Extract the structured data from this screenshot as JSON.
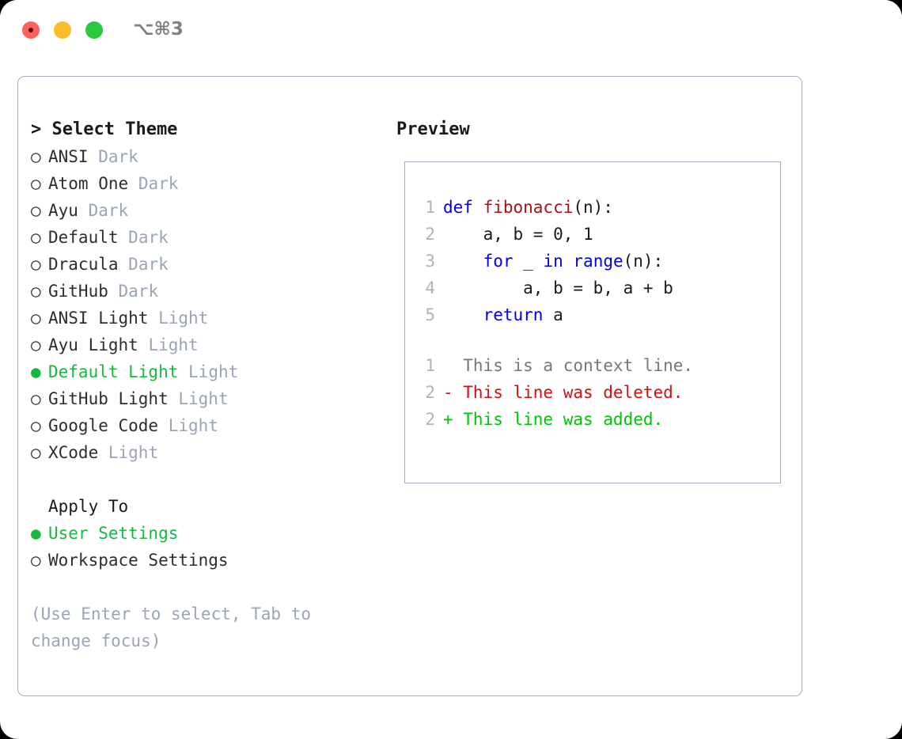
{
  "window": {
    "title": "⌥⌘3",
    "traffic_lights": [
      "close",
      "minimize",
      "maximize"
    ]
  },
  "theme_panel": {
    "header": "> Select Theme",
    "options": [
      {
        "bullet": "○",
        "label": "ANSI",
        "badge": "Dark",
        "selected": false
      },
      {
        "bullet": "○",
        "label": "Atom One",
        "badge": "Dark",
        "selected": false
      },
      {
        "bullet": "○",
        "label": "Ayu",
        "badge": "Dark",
        "selected": false
      },
      {
        "bullet": "○",
        "label": "Default",
        "badge": "Dark",
        "selected": false
      },
      {
        "bullet": "○",
        "label": "Dracula",
        "badge": "Dark",
        "selected": false
      },
      {
        "bullet": "○",
        "label": "GitHub",
        "badge": "Dark",
        "selected": false
      },
      {
        "bullet": "○",
        "label": "ANSI Light",
        "badge": "Light",
        "selected": false
      },
      {
        "bullet": "○",
        "label": "Ayu Light",
        "badge": "Light",
        "selected": false
      },
      {
        "bullet": "●",
        "label": "Default Light",
        "badge": "Light",
        "selected": true
      },
      {
        "bullet": "○",
        "label": "GitHub Light",
        "badge": "Light",
        "selected": false
      },
      {
        "bullet": "○",
        "label": "Google Code",
        "badge": "Light",
        "selected": false
      },
      {
        "bullet": "○",
        "label": "XCode",
        "badge": "Light",
        "selected": false
      }
    ]
  },
  "apply_to": {
    "header": "Apply To",
    "options": [
      {
        "bullet": "●",
        "label": "User Settings",
        "selected": true
      },
      {
        "bullet": "○",
        "label": "Workspace Settings",
        "selected": false
      }
    ]
  },
  "hint": "(Use Enter to select, Tab to change focus)",
  "preview": {
    "header": "Preview",
    "code_lines": [
      {
        "no": "1",
        "tokens": [
          {
            "t": "def ",
            "c": "kw"
          },
          {
            "t": "fibonacci",
            "c": "fn"
          },
          {
            "t": "(n):",
            "c": "plain"
          }
        ]
      },
      {
        "no": "2",
        "tokens": [
          {
            "t": "    a, b = 0, 1",
            "c": "plain"
          }
        ]
      },
      {
        "no": "3",
        "tokens": [
          {
            "t": "    ",
            "c": "plain"
          },
          {
            "t": "for",
            "c": "kw"
          },
          {
            "t": " _ ",
            "c": "plain"
          },
          {
            "t": "in",
            "c": "kw"
          },
          {
            "t": " ",
            "c": "plain"
          },
          {
            "t": "range",
            "c": "kw"
          },
          {
            "t": "(n):",
            "c": "plain"
          }
        ]
      },
      {
        "no": "4",
        "tokens": [
          {
            "t": "        a, b = b, a + b",
            "c": "plain"
          }
        ]
      },
      {
        "no": "5",
        "tokens": [
          {
            "t": "    ",
            "c": "plain"
          },
          {
            "t": "return",
            "c": "kw"
          },
          {
            "t": " a",
            "c": "plain"
          }
        ]
      }
    ],
    "diff_lines": [
      {
        "no": "1",
        "tokens": [
          {
            "t": "  This is a context line.",
            "c": "ctx"
          }
        ]
      },
      {
        "no": "2",
        "tokens": [
          {
            "t": "- This line was deleted.",
            "c": "del"
          }
        ]
      },
      {
        "no": "2",
        "tokens": [
          {
            "t": "+ This line was added.",
            "c": "add"
          }
        ]
      }
    ]
  },
  "colors": {
    "accent_green": "#16b83f",
    "badge_gray": "#9aa4b4",
    "border": "#a5afbe",
    "keyword_blue": "#0000e6",
    "function_red": "#a01515",
    "diff_delete": "#cc1212",
    "diff_add": "#00c20a",
    "linenumber": "#b3b3b3",
    "traffic_close": "#ff6159",
    "traffic_min": "#fcbd2b",
    "traffic_max": "#28c93f"
  }
}
